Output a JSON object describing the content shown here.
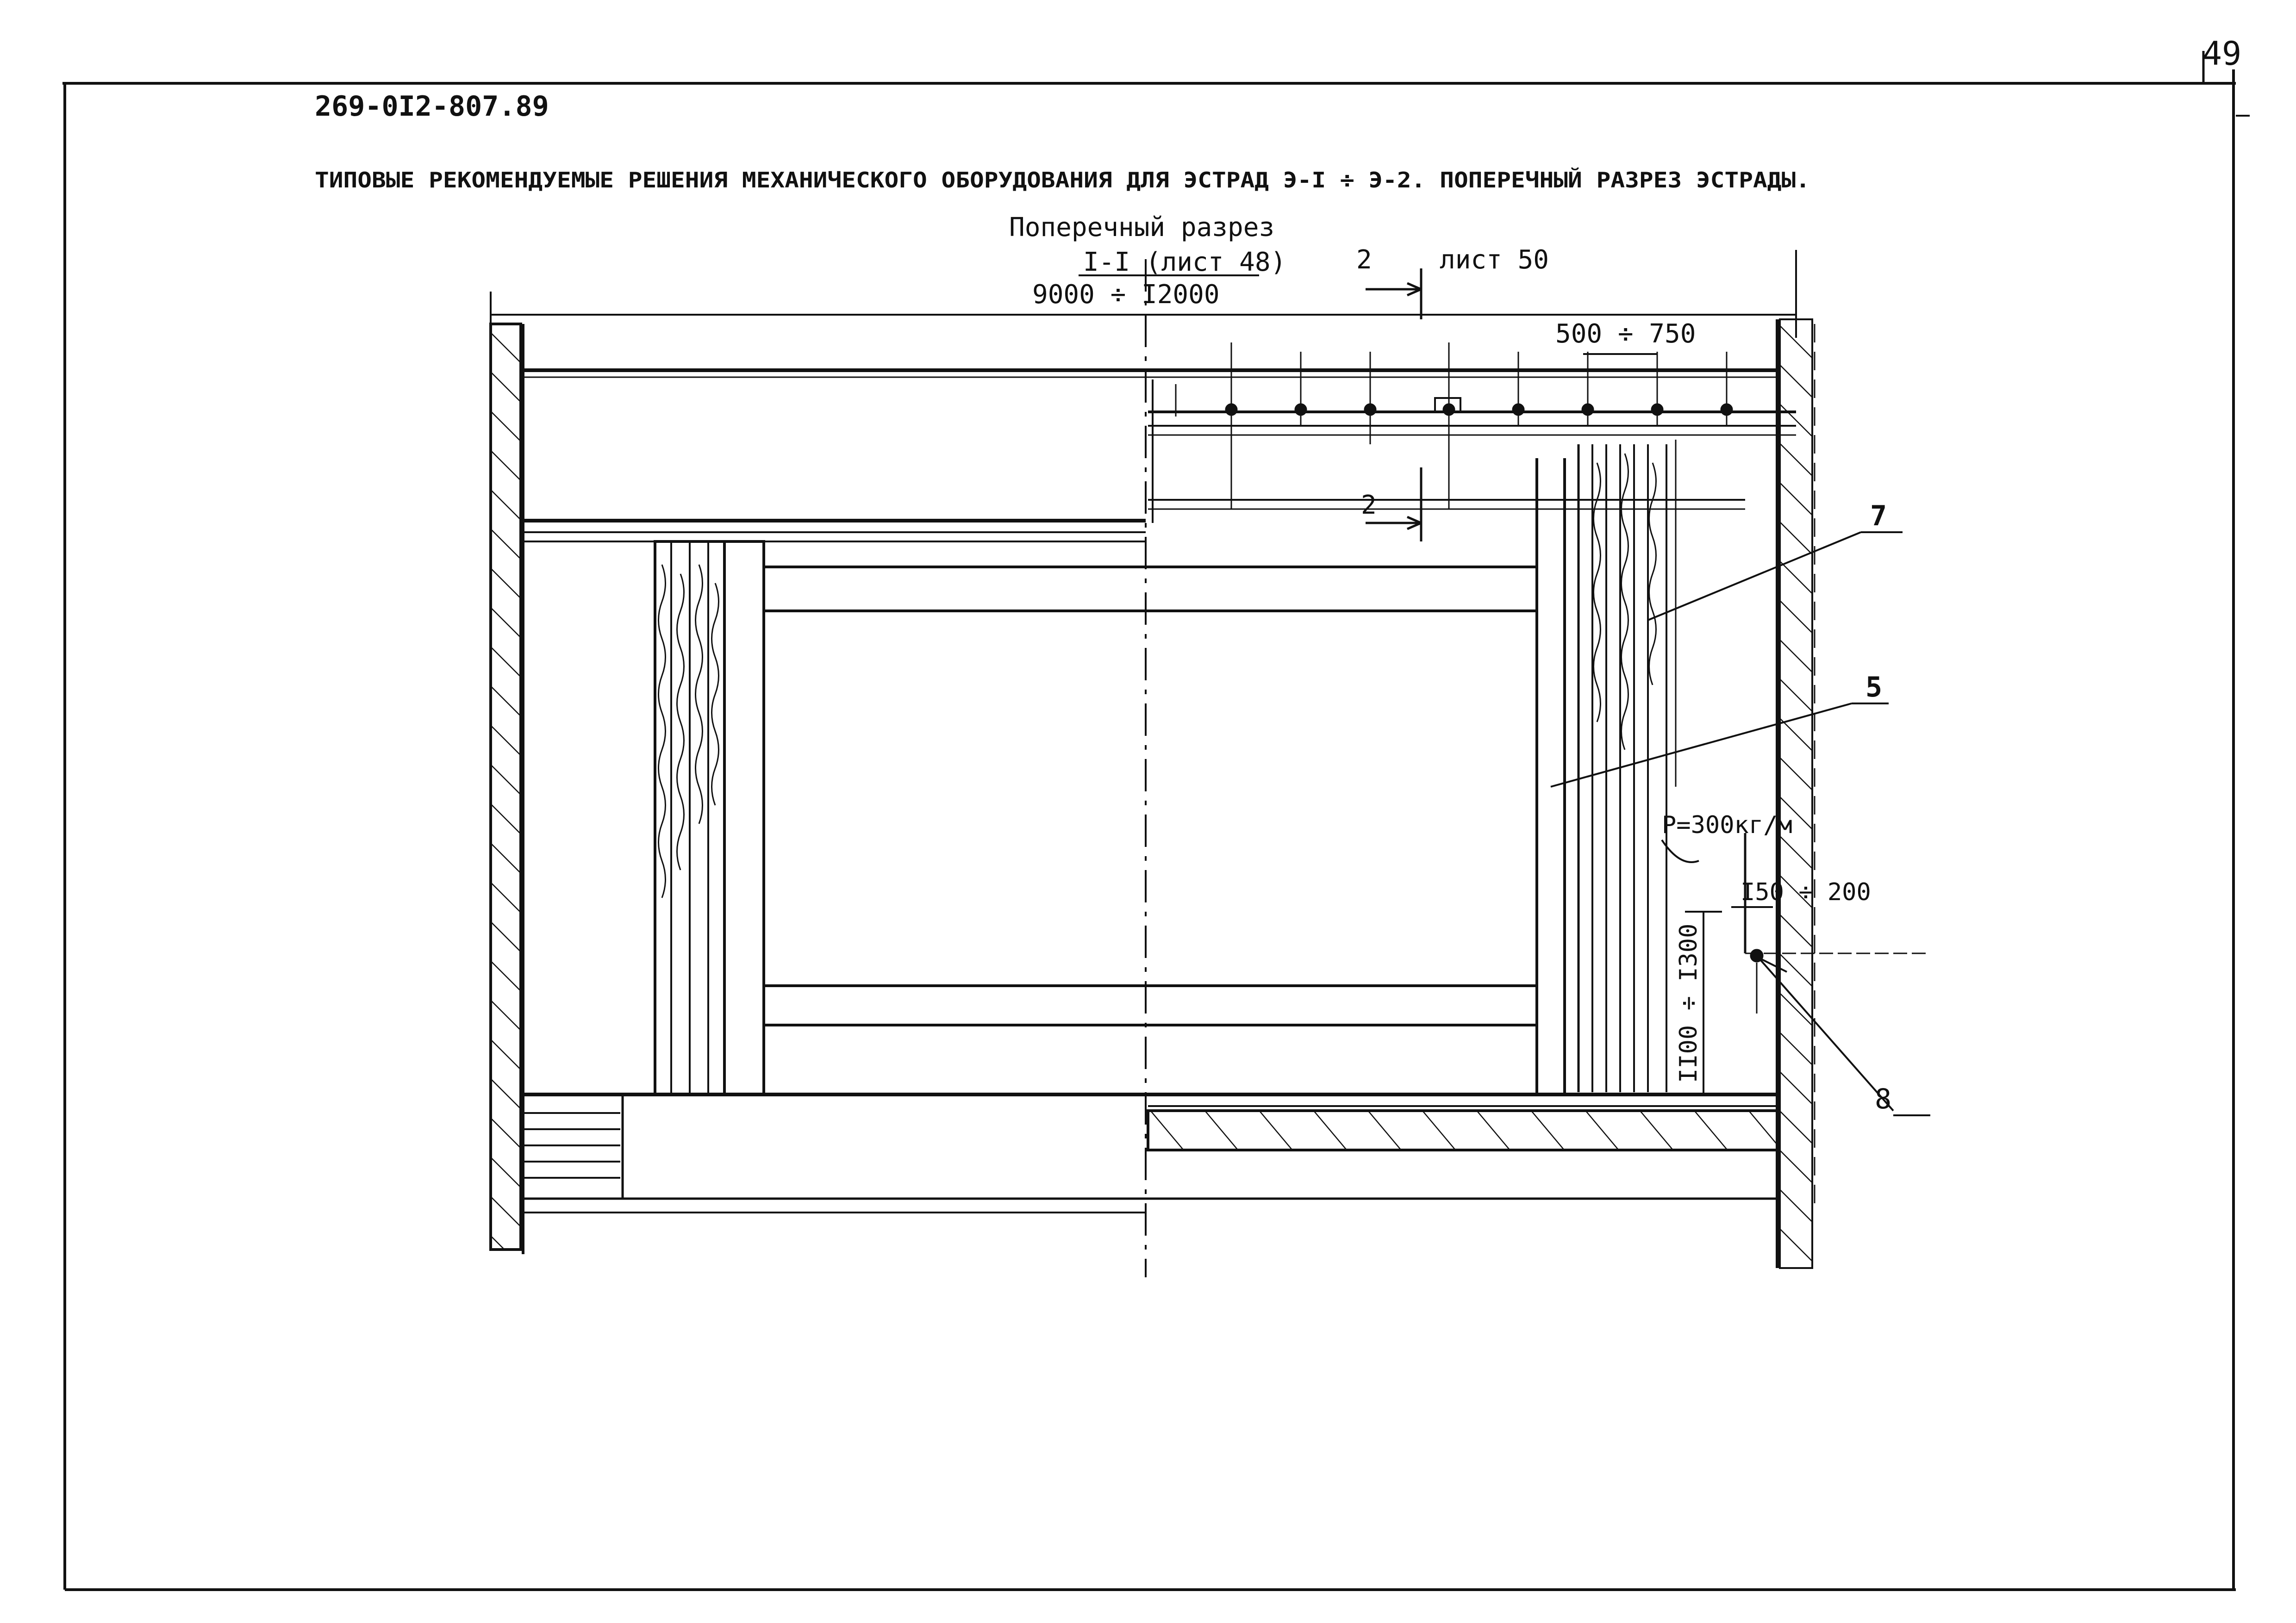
{
  "sheet": {
    "page_number": "49",
    "doc_code": "269-0I2-807.89",
    "title": "ТИПОВЫЕ РЕКОМЕНДУЕМЫЕ РЕШЕНИЯ МЕХАНИЧЕСКОГО ОБОРУДОВАНИЯ ДЛЯ ЭСТРАД Э-I ÷ Э-2. ПОПЕРЕЧНЫЙ РАЗРЕЗ ЭСТРАДЫ."
  },
  "drawing": {
    "section_title": "Поперечный разрез",
    "section_ref": "I-I (лист 48)",
    "overall_dimension": "9000 ÷ I2000",
    "cut_mark_label": "2",
    "cut_mark_sheet": "лист 50",
    "cut_mark_bottom": "2",
    "spacing_dimension": "500 ÷ 750",
    "load_label": "P=300кг/м",
    "offset_dimension": "I50 ÷ 200",
    "height_dimension": "II00 ÷ I300",
    "callouts": [
      "7",
      "5",
      "8"
    ]
  },
  "colors": {
    "ink": "#111111",
    "paper": "#ffffff"
  }
}
